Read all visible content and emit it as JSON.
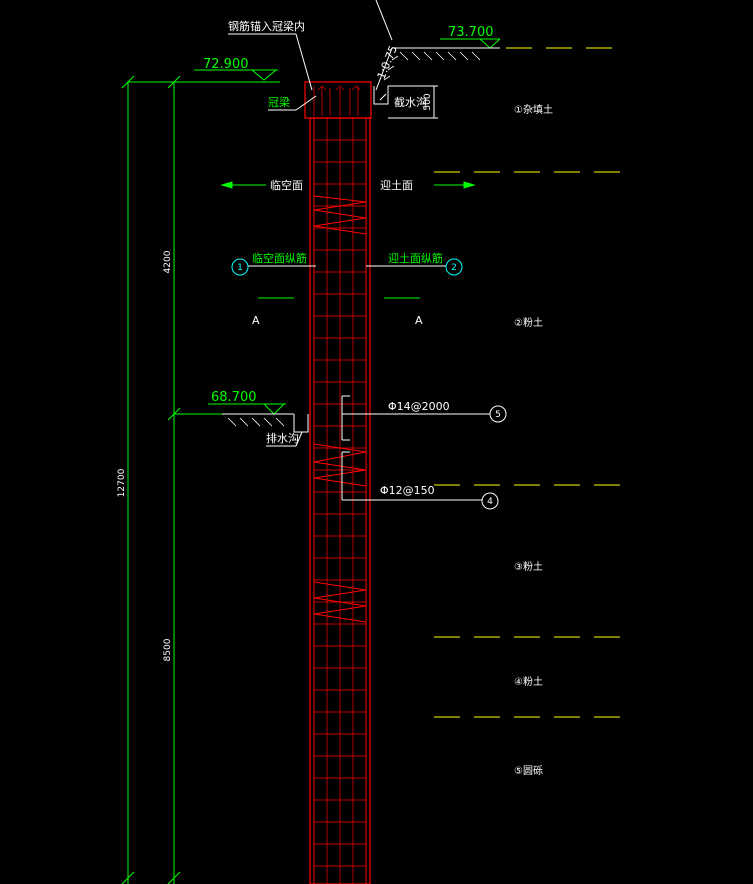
{
  "colors": {
    "background": "#000000",
    "rebar": "#ff0000",
    "dimension": "#00ff00",
    "annotation": "#ffffff",
    "soil_boundary": "#ffff00",
    "section_marker": "#00ffff"
  },
  "labels": {
    "rebar_anchor": "钢筋锚入冠梁内",
    "crown_beam": "冠梁",
    "drain_top": "截水沟",
    "drain_top_dim": "500",
    "slope_ratio": "1:0.75",
    "open_face": "临空面",
    "soil_face": "迎土面",
    "open_face_bar": "临空面纵筋",
    "soil_face_bar": "迎土面纵筋",
    "section_left": "A",
    "section_right": "A",
    "drain_mid": "排水沟",
    "rebar_14": "Φ14@2000",
    "rebar_12": "Φ12@150"
  },
  "elevations": {
    "top_right": "73.700",
    "top_left": "72.900",
    "middle": "68.700"
  },
  "dimensions": {
    "upper": "4200",
    "lower": "8500",
    "total": "12700"
  },
  "markers": {
    "m1": "1",
    "m2": "2",
    "m4": "4",
    "m5": "5"
  },
  "soil_layers": [
    "①杂填土",
    "②粉土",
    "③粉土",
    "④粉土",
    "⑤圆砾"
  ]
}
